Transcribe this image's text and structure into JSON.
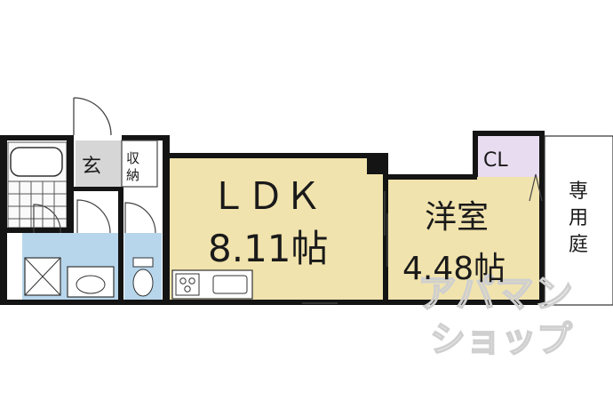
{
  "rooms": {
    "ldk": {
      "name": "ＬＤＫ",
      "size": "8.11帖"
    },
    "western": {
      "name": "洋室",
      "size": "4.48帖"
    },
    "closet": {
      "name": "CL"
    },
    "entrance": {
      "name": "玄"
    },
    "storage": {
      "line1": "収",
      "line2": "納"
    },
    "garden": {
      "line1": "専",
      "line2": "用",
      "line3": "庭"
    }
  },
  "watermark": {
    "line1": "アパマン",
    "line2": "ショップ"
  },
  "colors": {
    "ldk": "#f1e3ad",
    "western": "#f1e3ad",
    "wet": "#b7d6ec",
    "wall": "#141414",
    "closet": "#e8dcf0"
  }
}
